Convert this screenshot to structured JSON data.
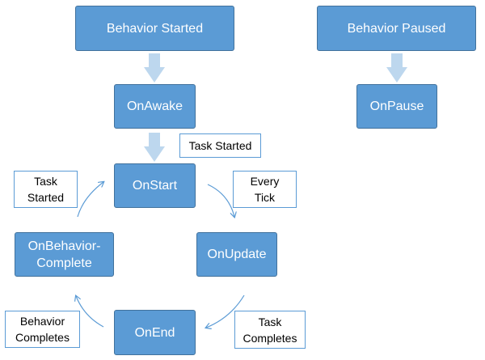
{
  "nodes": {
    "behavior_started": "Behavior Started",
    "behavior_paused": "Behavior Paused",
    "on_awake": "OnAwake",
    "on_pause": "OnPause",
    "on_start": "OnStart",
    "on_update": "OnUpdate",
    "on_end": "OnEnd",
    "on_behavior_complete": "OnBehavior-\nComplete"
  },
  "notes": {
    "task_started_top": "Task Started",
    "every_tick": "Every\nTick",
    "task_started_left": "Task\nStarted",
    "behavior_completes": "Behavior\nCompletes",
    "task_completes": "Task\nCompletes"
  },
  "colors": {
    "node_fill": "#5b9bd5",
    "node_border": "#41719c",
    "arrow_fill": "#bdd7ee",
    "connector": "#5b9bd5"
  }
}
